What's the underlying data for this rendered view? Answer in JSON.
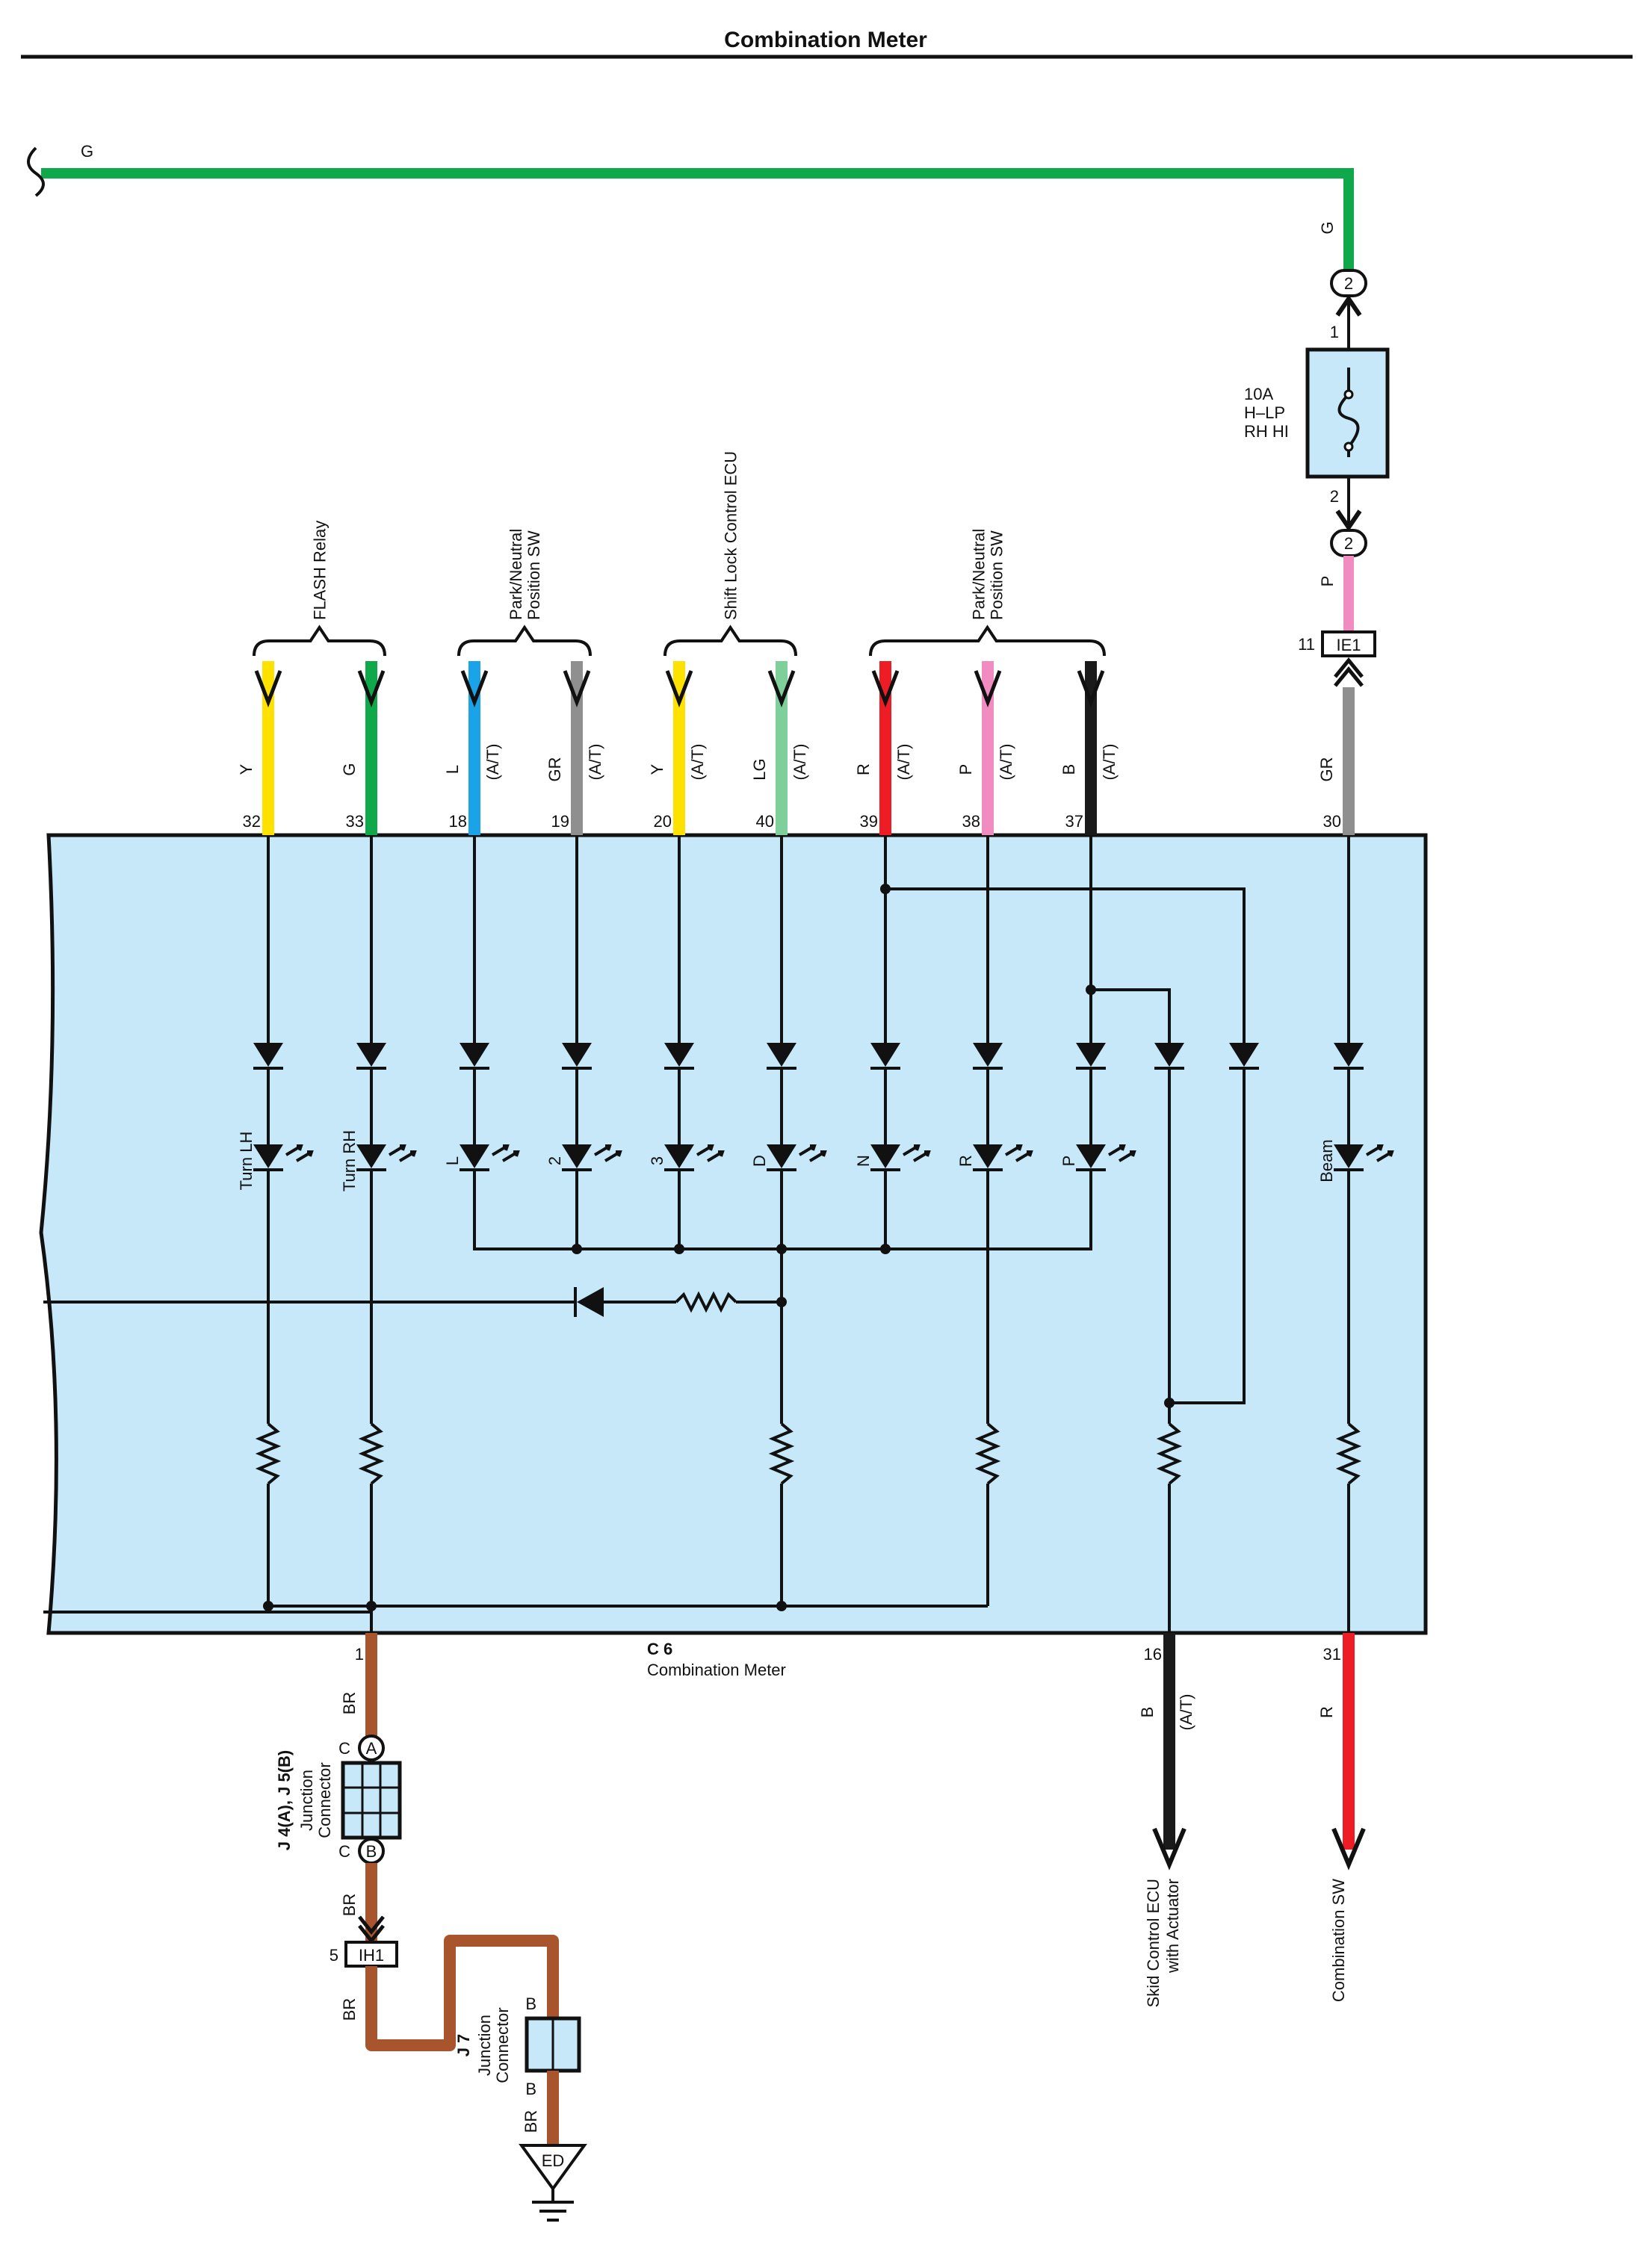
{
  "title": "Combination Meter",
  "colors": {
    "G": "#0fa84a",
    "Y": "#ffe100",
    "L": "#1aa3e8",
    "GR": "#8f8f8f",
    "LG": "#7fcf9b",
    "R": "#ee1c24",
    "P": "#f08cbf",
    "B": "#1a1a1a",
    "BR": "#a8552d",
    "meter_fill": "#c7e8f8"
  },
  "top_wire": {
    "color": "G"
  },
  "fuse": {
    "label_lines": [
      "10A",
      "H–LP",
      "RH HI"
    ],
    "pin_top": "1",
    "pin_bottom": "2",
    "connector_top": "2",
    "connector_bottom": "2",
    "wire_top": "G",
    "wire_bottom": "P"
  },
  "ie1": {
    "label": "IE1",
    "pin": "11"
  },
  "groups": [
    {
      "label_lines": [
        "FLASH Relay"
      ],
      "icon": "brace"
    },
    {
      "label_lines": [
        "Park/Neutral",
        "Position SW"
      ],
      "icon": "brace"
    },
    {
      "label_lines": [
        "Shift Lock Control ECU"
      ],
      "icon": "brace"
    },
    {
      "label_lines": [
        "Park/Neutral",
        "Position SW"
      ],
      "icon": "brace"
    }
  ],
  "pins": [
    {
      "pin": "32",
      "wire": "Y",
      "note": ""
    },
    {
      "pin": "33",
      "wire": "G",
      "note": ""
    },
    {
      "pin": "18",
      "wire": "L",
      "note": "(A/T)"
    },
    {
      "pin": "19",
      "wire": "GR",
      "note": "(A/T)"
    },
    {
      "pin": "20",
      "wire": "Y",
      "note": "(A/T)"
    },
    {
      "pin": "40",
      "wire": "LG",
      "note": "(A/T)"
    },
    {
      "pin": "39",
      "wire": "R",
      "note": "(A/T)"
    },
    {
      "pin": "38",
      "wire": "P",
      "note": "(A/T)"
    },
    {
      "pin": "37",
      "wire": "B",
      "note": "(A/T)"
    },
    {
      "pin": "30",
      "wire": "GR",
      "note": ""
    }
  ],
  "leds": [
    "Turn LH",
    "Turn RH",
    "L",
    "2",
    "3",
    "D",
    "N",
    "R",
    "P",
    "Beam"
  ],
  "meter": {
    "connector": "C 6",
    "name": "Combination Meter"
  },
  "bottom_pins": [
    {
      "pin": "1",
      "wire": "BR"
    },
    {
      "pin": "16",
      "wire": "B",
      "note": "(A/T)"
    },
    {
      "pin": "31",
      "wire": "R"
    }
  ],
  "outputs": [
    {
      "label_lines": [
        "Skid Control ECU",
        "with Actuator"
      ]
    },
    {
      "label_lines": [
        "Combination SW"
      ]
    }
  ],
  "junction1": {
    "id": "J 4(A), J 5(B)",
    "label_lines": [
      "Junction",
      "Connector"
    ],
    "pin_a": "C",
    "pin_b": "C",
    "conn_a": "A",
    "conn_b": "B",
    "wire_top": "BR",
    "wire_bottom": "BR"
  },
  "ih1": {
    "label": "IH1",
    "pin": "5",
    "wire": "BR"
  },
  "junction2": {
    "id": "J 7",
    "label_lines": [
      "Junction",
      "Connector"
    ],
    "pin_top": "B",
    "pin_bottom": "B",
    "wire": "BR"
  },
  "ground": {
    "label": "ED"
  }
}
